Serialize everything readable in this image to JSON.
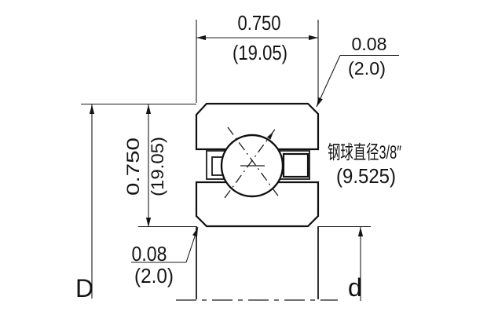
{
  "drawing": {
    "colors": {
      "background": "#ffffff",
      "line": "#1c1c1c"
    },
    "width_dimension": {
      "inch": "0.750",
      "mm": "(19.05)"
    },
    "height_dimension": {
      "inch": "0.750",
      "mm": "(19.05)"
    },
    "chamfer_top_callout": {
      "inch": "0.08",
      "mm": "(2.0)"
    },
    "chamfer_bottom_callout": {
      "inch": "0.08",
      "mm": "(2.0)"
    },
    "ball_note": {
      "label": "钢球直径3/8″",
      "mm": "(9.525)"
    },
    "outer_diameter_label": "D",
    "bore_diameter_label": "d"
  }
}
